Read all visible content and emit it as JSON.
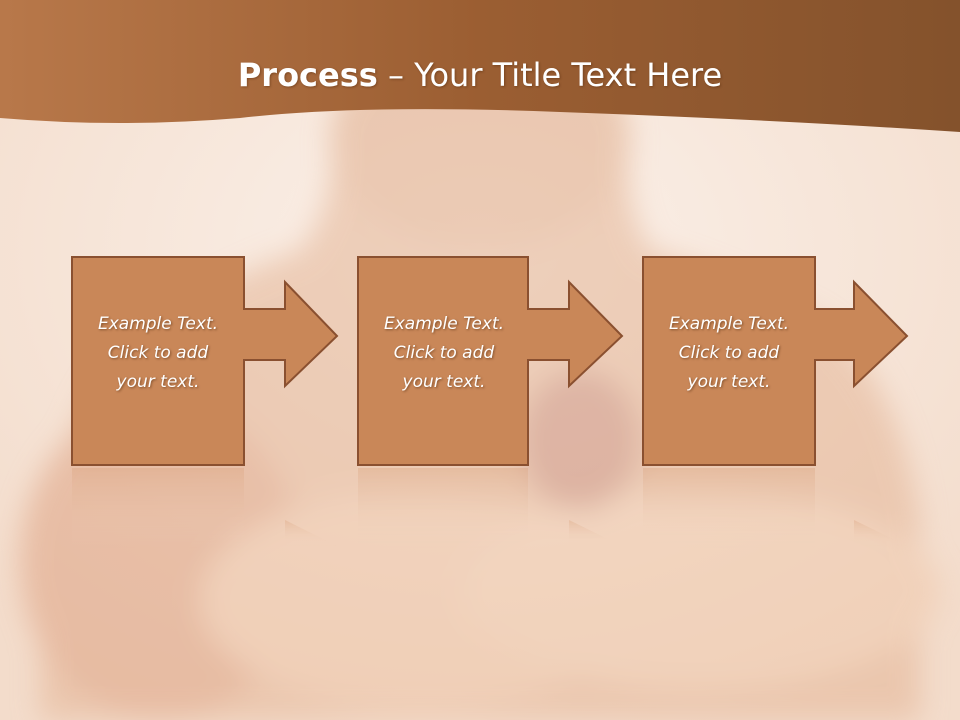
{
  "title": {
    "bold": "Process",
    "rest": " – Your Title Text Here"
  },
  "steps": [
    {
      "text_lines": [
        "Example Text.",
        "Click  to add",
        "your text."
      ]
    },
    {
      "text_lines": [
        "Example Text.",
        "Click  to add",
        "your text."
      ]
    },
    {
      "text_lines": [
        "Example Text.",
        "Click  to add",
        "your text."
      ]
    }
  ],
  "colors": {
    "header_band": "#a86a3a",
    "box_fill": "#c98758",
    "box_stroke": "#8a5030",
    "background": "#f7e6da"
  }
}
